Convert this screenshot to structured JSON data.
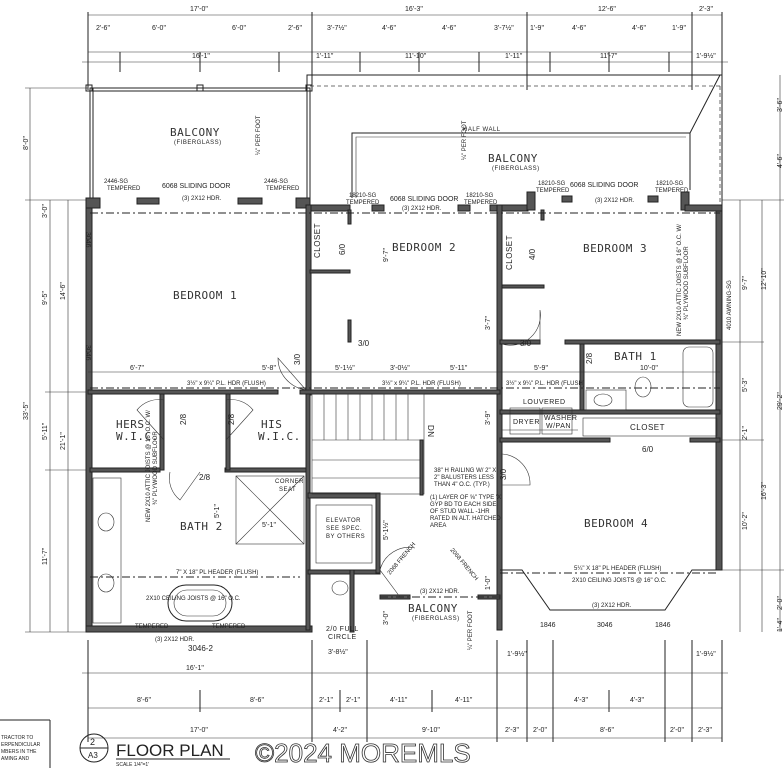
{
  "title": {
    "text": "FLOOR PLAN",
    "ref_num": "2",
    "ref_sheet": "A3",
    "scale": "SCALE 1/4\"=1'"
  },
  "watermark": "©2024 MOREMLS",
  "side_note": [
    "TRACTOR TO",
    "ERPENDICULAR",
    "MBERS IN THE",
    "AMING AND"
  ],
  "rooms": {
    "balcony1": "BALCONY",
    "balcony1_sub": "(FIBERGLASS)",
    "balcony2": "BALCONY",
    "balcony2_sub": "(FIBERGLASS)",
    "balcony3": "BALCONY",
    "balcony3_sub": "(FIBERGLASS)",
    "bedroom1": "BEDROOM 1",
    "bedroom2": "BEDROOM 2",
    "bedroom3": "BEDROOM 3",
    "bedroom4": "BEDROOM 4",
    "bath1": "BATH 1",
    "bath2": "BATH 2",
    "hers": "HERS",
    "hers2": "W.I.C.",
    "his": "HIS",
    "his2": "W.I.C.",
    "closet_b2": "CLOSET",
    "closet_b3": "CLOSET",
    "closet_b4": "CLOSET",
    "louvered": "LOUVERED",
    "dryer": "DRYER",
    "washer": "WASHER",
    "washer2": "W/PAN",
    "elevator": [
      "ELEVATOR",
      "SEE SPEC.",
      "BY OTHERS"
    ],
    "corner_seat": [
      "CORNER",
      "SEAT"
    ],
    "full_circle": [
      "2/0 FULL",
      "CIRCLE"
    ],
    "half_wall": "HALF WALL",
    "dn": "DN"
  },
  "callouts": {
    "sliding1": "6068 SLIDING DOOR",
    "sliding2": "6068 SLIDING DOOR",
    "sliding3": "6068 SLIDING DOOR",
    "sg2446": "2446-SG",
    "tempered": "TEMPERED",
    "sg18210": "18210-SG",
    "hdr_2x12": "(3) 2X12 HDR.",
    "per_foot": "¼\" PER FOOT",
    "door_30": "3/0",
    "door_28": "2/8",
    "door_60": "6/0",
    "door_40": "4/0",
    "win_1846": "1846",
    "win_3046": "3046",
    "win_30462": "3046-2",
    "awning": "4010 AWNING-SG",
    "hdr_bath2": "7\" X 18\" PL HEADER (FLUSH)",
    "joists_bath2": "2X10 CEILING JOISTS @ 16\" O.C.",
    "hdr_b4": "5¼\" X 18\" PL HEADER (FLUSH)",
    "joists_b4": "2X10 CEILING JOISTS @ 16\" O.C.",
    "hdr_hall": "3½\" x 9¼\" P.L. HDR (FLUSH)",
    "attic": "NEW 2X10 ATTIC JOISTS @ 16\" O.C. W/",
    "attic2": "¾\" PLYWOOD SUBFLOOR",
    "railing": [
      "38\" H RAILING W/ 2\" X",
      "2\" BALUSTERS LESS",
      "THAN 4\" O.C. (TYP.)"
    ],
    "gyp": [
      "(1) LAYER OF ⅝\" TYPE 'X'",
      "GYP BD TO EACH SIDE",
      "OF STUD WALL -1HR",
      "RATED IN ALT. HATCHED",
      "AREA"
    ],
    "french": "2068 FRENCH"
  },
  "dims": {
    "top1": [
      "17'-0\"",
      "16'-3\"",
      "12'-6\"",
      "2'-3\""
    ],
    "top2": [
      "2'-6\"",
      "6'-0\"",
      "6'-0\"",
      "2'-6\"",
      "3'-7½\"",
      "4'-6\"",
      "4'-6\"",
      "3'-7½\"",
      "1'-9\"",
      "4'-6\"",
      "4'-6\"",
      "1'-9\""
    ],
    "top3": [
      "16'-1\"",
      "1'-11\"",
      "11'-10\"",
      "1'-11\"",
      "11'-7\"",
      "1'-9½\""
    ],
    "bot1": [
      "16'-1\"",
      "3'-8½\"",
      "1'-9½\"",
      "1'-9½\""
    ],
    "bot2": [
      "8'-6\"",
      "8'-6\"",
      "2'-1\"",
      "2'-1\"",
      "4'-11\"",
      "4'-11\"",
      "4'-3\"",
      "4'-3\""
    ],
    "bot3": [
      "17'-0\"",
      "4'-2\"",
      "9'-10\"",
      "2'-3\"",
      "2'-0\"",
      "8'-6\"",
      "2'-0\"",
      "2'-3\""
    ],
    "left1": [
      "8'-0\"",
      "33'-5\""
    ],
    "left2": [
      "3'-0\"",
      "9'-5\"",
      "5'-11\"",
      "21'-1\"",
      "11'-7\""
    ],
    "left3": [
      "14'-6\""
    ],
    "right1": [
      "3'-6\"",
      "4'-6\"",
      "12'-10\"",
      "29'-2\"",
      "16'-3\"",
      "2'-0\"",
      "1'-4\""
    ],
    "right2": [
      "9'-7\"",
      "5'-3\"",
      "2'-1\"",
      "10'-2\""
    ],
    "inner": [
      "6'-7\"",
      "5'-8\"",
      "5'-1½\"",
      "3'-0½\"",
      "5'-11\"",
      "5'-9\"",
      "10'-0\"",
      "5'-1\"",
      "5'-1\"",
      "5'-1½\"",
      "9'-7\"",
      "3'-7\"",
      "3'-9\"",
      "3'-0\"",
      "1'-0\""
    ]
  }
}
